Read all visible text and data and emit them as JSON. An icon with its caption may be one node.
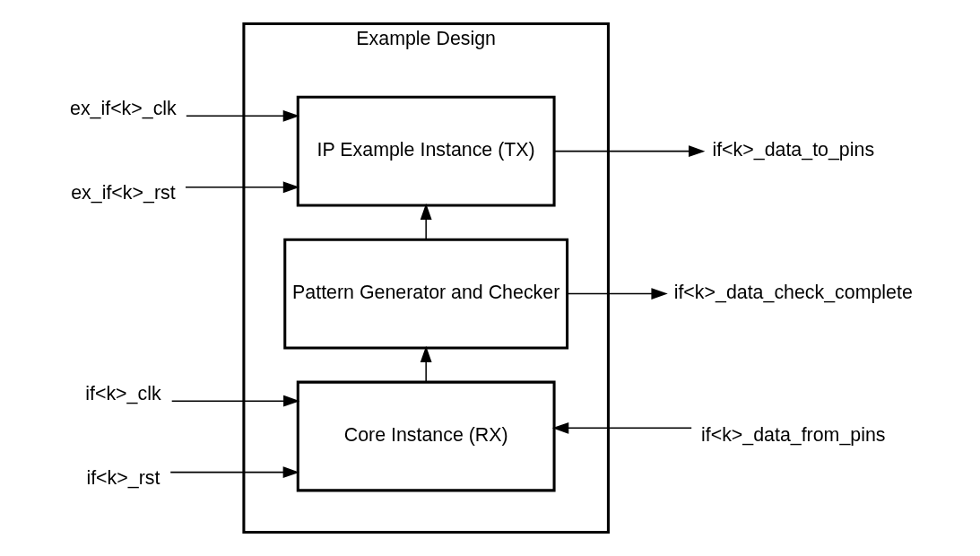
{
  "diagram": {
    "nodes": [
      {
        "text": [
          "Example Design"
        ]
      },
      {
        "text": [
          "IP Example Instance (TX)"
        ],
        "in": 0
      },
      {
        "text": [
          "Pattern Generator and Checker"
        ],
        "in": 0
      },
      {
        "text": [
          "Core Instance (RX)"
        ],
        "in": 0
      },
      {
        "text": [
          "ex_if<k>_clk"
        ]
      },
      {
        "text": [
          "ex_if<k>_rst"
        ]
      },
      {
        "text": [
          "if<k>_data_to_pins"
        ]
      },
      {
        "text": [
          "if<k>_data_check_complete"
        ]
      },
      {
        "text": [
          "if<k>_clk"
        ]
      },
      {
        "text": [
          "if<k>_rst"
        ]
      },
      {
        "text": [
          "if<k>_data_from_pins"
        ]
      }
    ],
    "edges": [
      {
        "from": 4,
        "to": 1,
        "arrow": "to"
      },
      {
        "from": 5,
        "to": 1,
        "arrow": "to"
      },
      {
        "from": 2,
        "to": 1,
        "arrow": "to"
      },
      {
        "from": 1,
        "to": 6,
        "arrow": "to"
      },
      {
        "from": 2,
        "to": 7,
        "arrow": "to"
      },
      {
        "from": 3,
        "to": 2,
        "arrow": "to"
      },
      {
        "from": 8,
        "to": 3,
        "arrow": "to"
      },
      {
        "from": 9,
        "to": 3,
        "arrow": "to"
      },
      {
        "from": 10,
        "to": 3,
        "arrow": "to"
      }
    ]
  }
}
